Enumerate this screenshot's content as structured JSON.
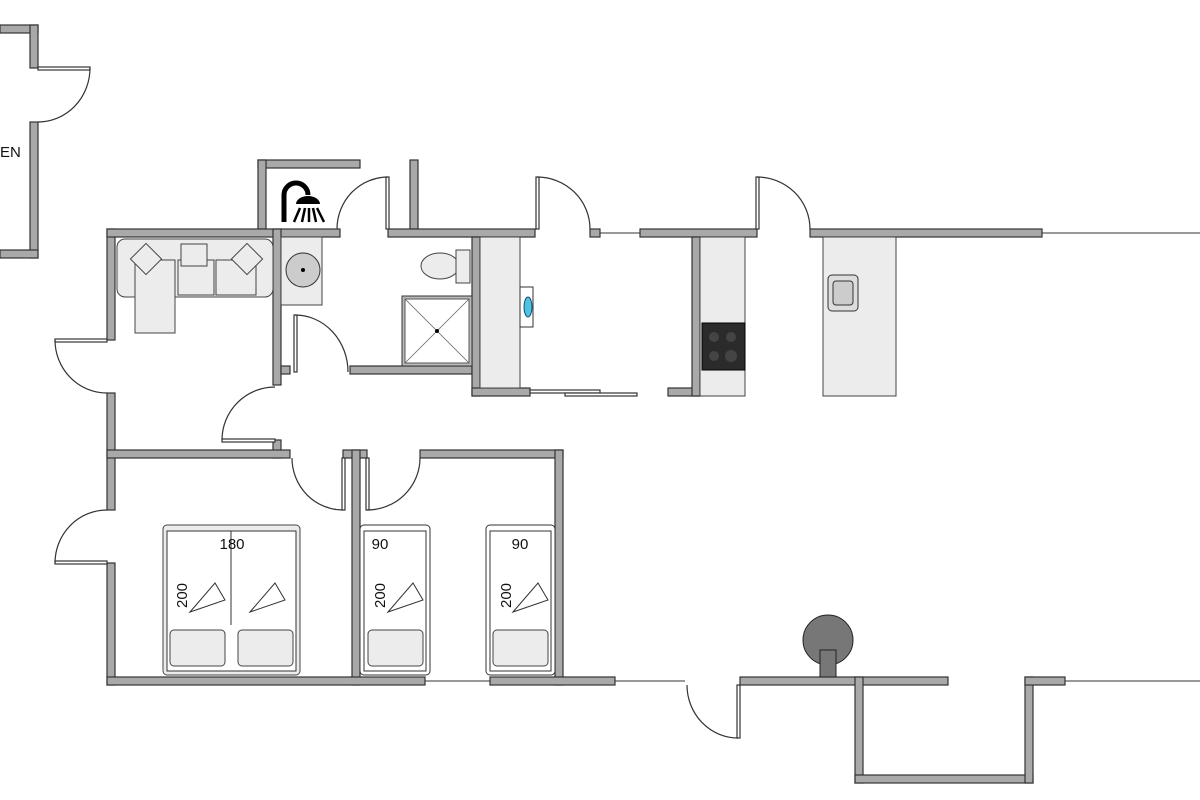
{
  "title": "Floor plan",
  "rooms": {
    "partial_room_label": "EN"
  },
  "beds": [
    {
      "width_label": "180",
      "length_label": "200",
      "type": "double"
    },
    {
      "width_label": "90",
      "length_label": "200",
      "type": "single"
    },
    {
      "width_label": "90",
      "length_label": "200",
      "type": "single"
    }
  ],
  "icons": [
    "outdoor-shower-icon",
    "wood-stove-icon",
    "washing-machine-icon",
    "cooktop-icon",
    "sink-icon",
    "toilet-icon",
    "shower-tray-icon",
    "sofa-icon"
  ],
  "colors": {
    "wall": "#a9a9a9",
    "outline": "#333333",
    "fixture": "#ececec",
    "stove": "#2b2b2b"
  }
}
